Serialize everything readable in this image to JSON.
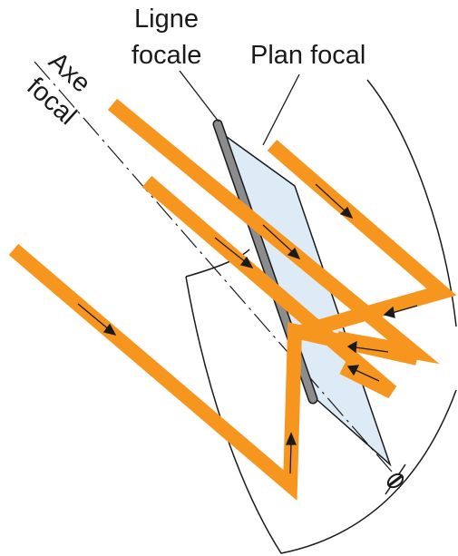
{
  "labels": {
    "focal_line": [
      "Ligne",
      "focale"
    ],
    "focal_plane": "Plan focal",
    "focal_axis": [
      "Axe",
      "focal"
    ]
  },
  "colors": {
    "ray": "#f7961e",
    "focal_plane_fill": "#dcebf6",
    "focal_tube": "#8c8c8c",
    "outline": "#1a1a1a"
  },
  "icons": {
    "arrow": "small-black-arrow"
  }
}
